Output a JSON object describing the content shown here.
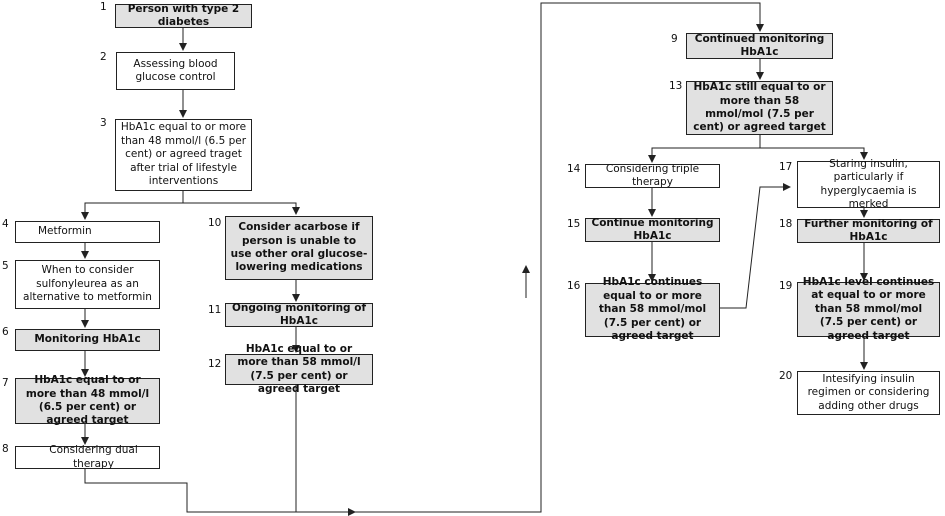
{
  "nodes": [
    {
      "id": "1",
      "number": "1",
      "text": "Person with type 2 diabetes",
      "style": "shaded"
    },
    {
      "id": "2",
      "number": "2",
      "text": "Assessing blood glucose control",
      "style": "plain"
    },
    {
      "id": "3",
      "number": "3",
      "text": "HbA1c equal to or more than 48 mmol/l (6.5 per cent) or agreed traget after trial of lifestyle interventions",
      "style": "plain"
    },
    {
      "id": "4",
      "number": "4",
      "text": "Metformin",
      "style": "plain"
    },
    {
      "id": "5",
      "number": "5",
      "text": "When to consider sulfonyleurea as an alternative to metformin",
      "style": "plain"
    },
    {
      "id": "6",
      "number": "6",
      "text": "Monitoring HbA1c",
      "style": "shaded"
    },
    {
      "id": "7",
      "number": "7",
      "text": "HbA1c equal to or more than 48 mmol/l (6.5 per cent) or agreed target",
      "style": "shaded"
    },
    {
      "id": "8",
      "number": "8",
      "text": "Considering dual therapy",
      "style": "plain"
    },
    {
      "id": "10",
      "number": "10",
      "text": "Consider acarbose if person is unable to use other oral glucose-lowering medications",
      "style": "shaded"
    },
    {
      "id": "11",
      "number": "11",
      "text": "Ongoing monitoring of HbA1c",
      "style": "shaded"
    },
    {
      "id": "12",
      "number": "12",
      "text": "HbA1c equal to or more than 58 mmol/l (7.5 per cent) or agreed target",
      "style": "shaded"
    },
    {
      "id": "9",
      "number": "9",
      "text": "Continued monitoring HbA1c",
      "style": "shaded"
    },
    {
      "id": "13",
      "number": "13",
      "text": "HbA1c still equal to or more than 58 mmol/mol (7.5 per cent) or agreed target",
      "style": "shaded"
    },
    {
      "id": "14",
      "number": "14",
      "text": "Considering triple therapy",
      "style": "plain"
    },
    {
      "id": "15",
      "number": "15",
      "text": "Continue monitoring HbA1c",
      "style": "shaded"
    },
    {
      "id": "16",
      "number": "16",
      "text": "HbA1c continues equal to or more than 58 mmol/mol (7.5 per cent) or agreed target",
      "style": "shaded"
    },
    {
      "id": "17",
      "number": "17",
      "text": "Staring insulin, particularly if hyperglycaemia is merked",
      "style": "plain"
    },
    {
      "id": "18",
      "number": "18",
      "text": "Further monitoring of HbA1c",
      "style": "shaded"
    },
    {
      "id": "19",
      "number": "19",
      "text": "HbA1c level continues at equal to or more than 58 mmol/mol (7.5 per cent) or agreed target",
      "style": "shaded"
    },
    {
      "id": "20",
      "number": "20",
      "text": "Intesifying insulin regimen or considering adding other drugs",
      "style": "plain"
    }
  ],
  "edges": [
    [
      "1",
      "2"
    ],
    [
      "2",
      "3"
    ],
    [
      "3",
      "4"
    ],
    [
      "3",
      "10"
    ],
    [
      "4",
      "5"
    ],
    [
      "5",
      "6"
    ],
    [
      "6",
      "7"
    ],
    [
      "7",
      "8"
    ],
    [
      "10",
      "11"
    ],
    [
      "11",
      "12"
    ],
    [
      "8",
      "9"
    ],
    [
      "12",
      "9"
    ],
    [
      "9",
      "13"
    ],
    [
      "13",
      "14"
    ],
    [
      "13",
      "17"
    ],
    [
      "14",
      "15"
    ],
    [
      "15",
      "16"
    ],
    [
      "16",
      "17"
    ],
    [
      "17",
      "18"
    ],
    [
      "18",
      "19"
    ],
    [
      "19",
      "20"
    ]
  ]
}
